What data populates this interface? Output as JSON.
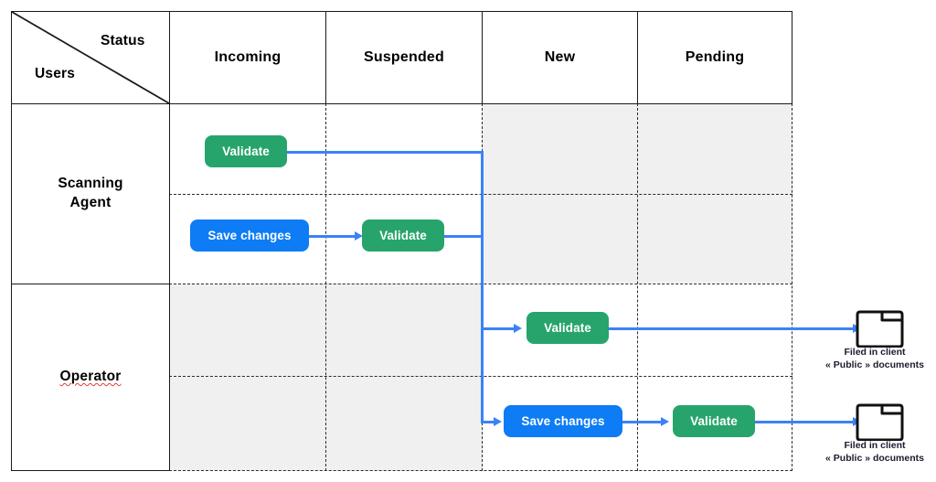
{
  "matrix": {
    "corner": {
      "status_label": "Status",
      "users_label": "Users"
    },
    "columns": [
      {
        "key": "incoming",
        "label": "Incoming"
      },
      {
        "key": "suspended",
        "label": "Suspended"
      },
      {
        "key": "new",
        "label": "New"
      },
      {
        "key": "pending",
        "label": "Pending"
      }
    ],
    "rows": [
      {
        "key": "scanning-agent",
        "label": "Scanning\nAgent",
        "line1": "Scanning",
        "line2": "Agent",
        "misspelled": false
      },
      {
        "key": "operator",
        "label": "Operator",
        "line1": "Operator",
        "line2": "",
        "misspelled": true
      }
    ]
  },
  "actions": {
    "validate": "Validate",
    "save_changes": "Save changes"
  },
  "nodes": [
    {
      "id": "n1",
      "label": "Validate",
      "type": "green",
      "row": "scanning-agent",
      "lane": 1,
      "column": "incoming"
    },
    {
      "id": "n2",
      "label": "Save changes",
      "type": "blue",
      "row": "scanning-agent",
      "lane": 2,
      "column": "incoming"
    },
    {
      "id": "n3",
      "label": "Validate",
      "type": "green",
      "row": "scanning-agent",
      "lane": 2,
      "column": "suspended"
    },
    {
      "id": "n4",
      "label": "Validate",
      "type": "green",
      "row": "operator",
      "lane": 1,
      "column": "new"
    },
    {
      "id": "n5",
      "label": "Save changes",
      "type": "blue",
      "row": "operator",
      "lane": 2,
      "column": "new"
    },
    {
      "id": "n6",
      "label": "Validate",
      "type": "green",
      "row": "operator",
      "lane": 2,
      "column": "pending"
    }
  ],
  "destinations": [
    {
      "id": "d1",
      "icon": "folder-icon",
      "caption_line1": "Filed in client",
      "caption_line2": "« Public » documents"
    },
    {
      "id": "d2",
      "icon": "folder-icon",
      "caption_line1": "Filed in client",
      "caption_line2": "« Public » documents"
    }
  ],
  "colors": {
    "validate_green": "#27a46c",
    "save_blue": "#0d7cf5",
    "connector_blue": "#3b82f6",
    "grid_line": "#1a1a1a",
    "shaded_cell": "#f0f0f0",
    "spellcheck_red": "#e23b3b"
  }
}
